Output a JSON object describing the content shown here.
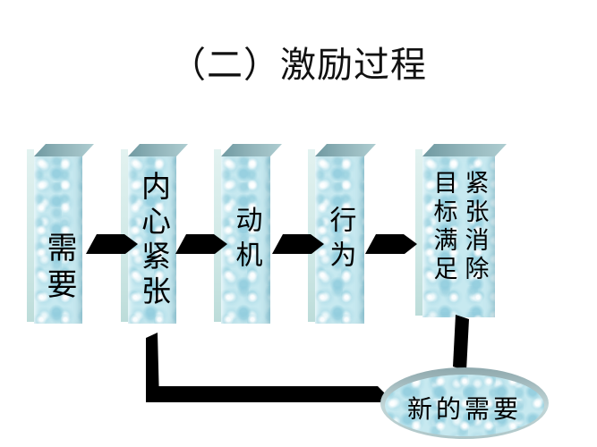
{
  "slide": {
    "title": "（二）激励过程"
  },
  "process": {
    "steps": [
      {
        "label": "需要"
      },
      {
        "label": "内心紧张"
      },
      {
        "label": "动机"
      },
      {
        "label": "行为"
      },
      {
        "columns": [
          "目标满足",
          "紧张消除"
        ]
      }
    ],
    "feedback": {
      "label": "新的需要"
    }
  },
  "colors": {
    "background": "#ffffff",
    "pillar_face": "#c7e9f0",
    "pillar_texture_spot": "#9ed2e2",
    "pillar_top_dark": "#6f99a1",
    "pillar_top_light": "#aecdd1",
    "pillar_side": "#d9efed",
    "connector": "#000000",
    "text": "#000000"
  }
}
